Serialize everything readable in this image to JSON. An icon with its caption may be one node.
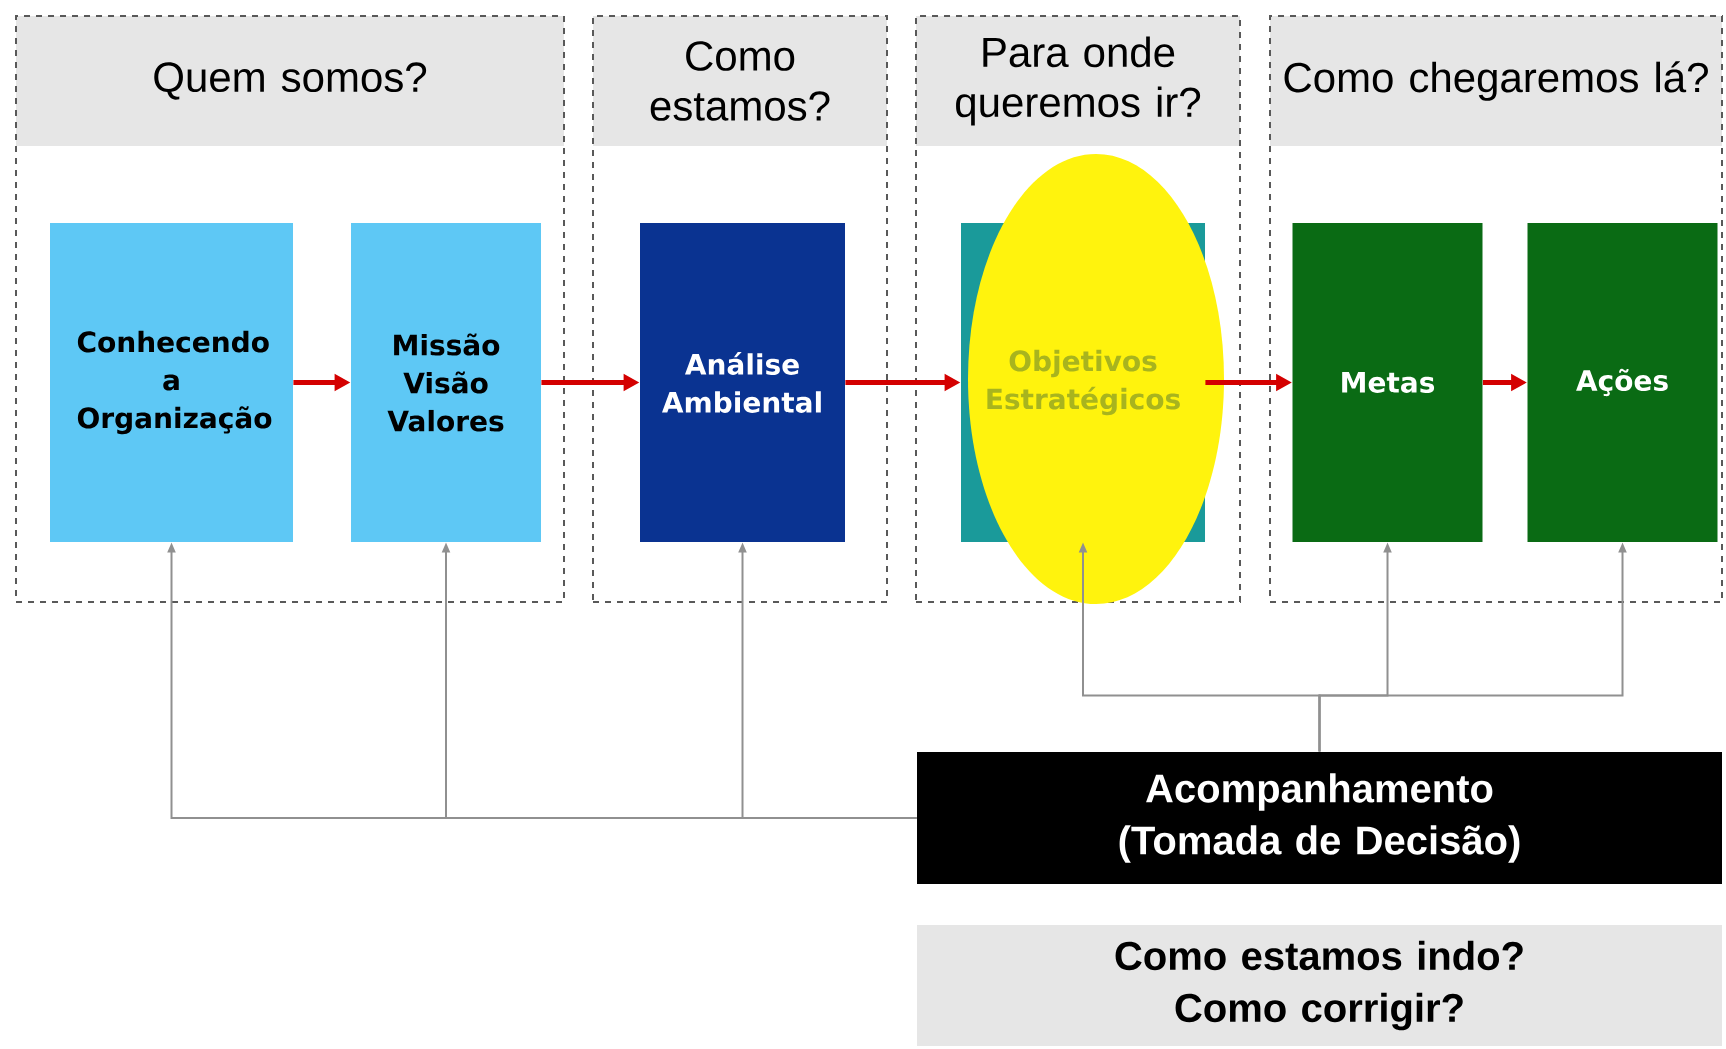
{
  "diagram": {
    "nodes": [
      {
        "text": [
          "Quem somos?"
        ]
      },
      {
        "text": [
          "Conhecendo a Organização"
        ],
        "in": 0
      },
      {
        "text": [
          "Missão Visão Valores"
        ],
        "in": 0
      },
      {
        "text": [
          "Como estamos?"
        ]
      },
      {
        "text": [
          "Análise Ambiental"
        ],
        "in": 3
      },
      {
        "text": [
          "Para onde queremos ir?"
        ]
      },
      {
        "text": [
          "Objetivos Estratégicos"
        ],
        "in": 5
      },
      {
        "text": [
          "Como chegaremos lá?"
        ]
      },
      {
        "text": [
          "Metas"
        ],
        "in": 7
      },
      {
        "text": [
          "Ações"
        ],
        "in": 7
      },
      {
        "text": [
          "Acompanhamento (Tomada de Decisão)"
        ]
      },
      {
        "text": [
          "Como estamos indo? Como corrigir?"
        ]
      }
    ],
    "edges": [
      {
        "from": 1,
        "to": 2,
        "arrow": "to",
        "style": "thick",
        "color": "#d40000"
      },
      {
        "from": 2,
        "to": 4,
        "arrow": "to",
        "style": "thick",
        "color": "#d40000"
      },
      {
        "from": 4,
        "to": 6,
        "arrow": "to",
        "style": "thick",
        "color": "#d40000"
      },
      {
        "from": 6,
        "to": 8,
        "arrow": "to",
        "style": "thick",
        "color": "#d40000"
      },
      {
        "from": 8,
        "to": 9,
        "arrow": "to",
        "style": "thick",
        "color": "#d40000"
      },
      {
        "from": 10,
        "to": 1,
        "arrow": "to"
      },
      {
        "from": 10,
        "to": 2,
        "arrow": "to"
      },
      {
        "from": 10,
        "to": 4,
        "arrow": "to"
      },
      {
        "from": 10,
        "to": 6,
        "arrow": "to"
      },
      {
        "from": 10,
        "to": 8,
        "arrow": "to"
      },
      {
        "from": 10,
        "to": 9,
        "arrow": "to"
      }
    ]
  }
}
